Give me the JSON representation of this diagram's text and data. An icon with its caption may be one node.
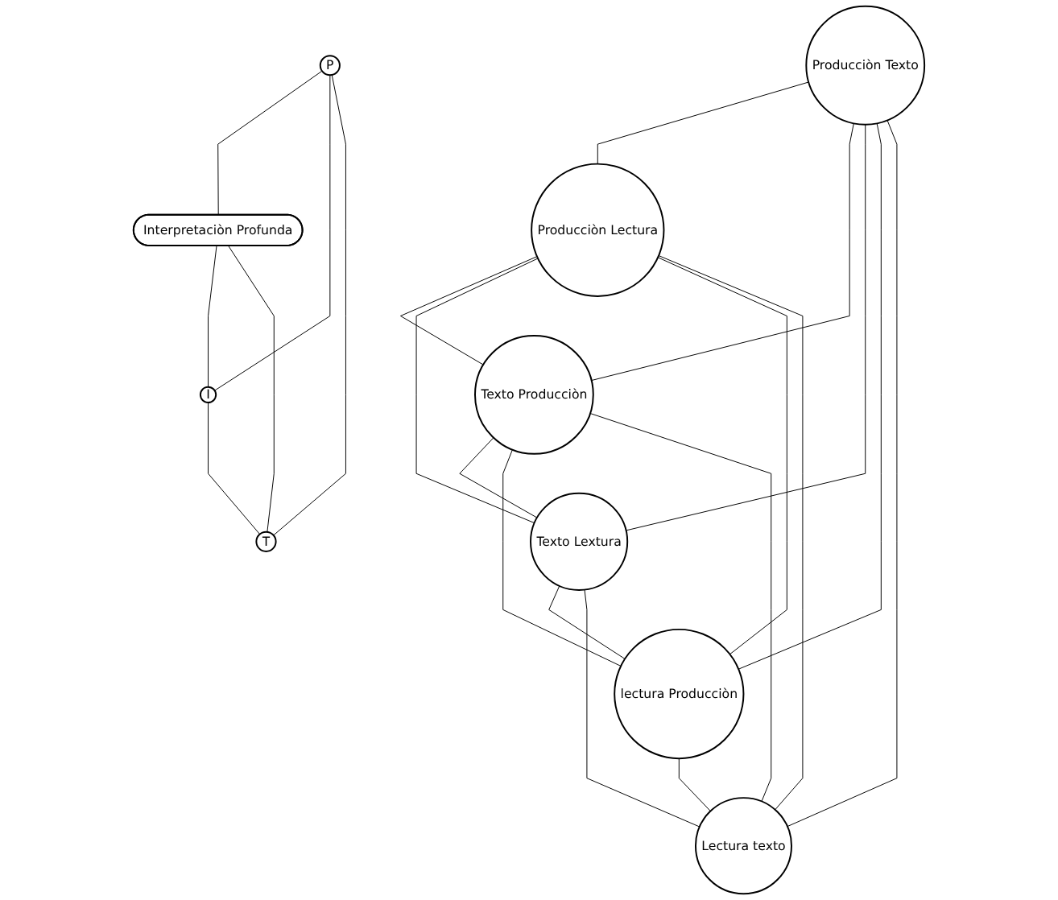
{
  "diagram": {
    "nodes": [
      {
        "text": [
          "Producciòn Texto"
        ]
      },
      {
        "text": [
          "Producciòn Lectura"
        ]
      },
      {
        "text": [
          "Texto Producciòn"
        ]
      },
      {
        "text": [
          "Texto Lextura"
        ]
      },
      {
        "text": [
          "lectura Producciòn"
        ]
      },
      {
        "text": [
          "Lectura texto"
        ]
      },
      {
        "text": [
          "P"
        ]
      },
      {
        "text": [
          "Interpretaciòn Profunda"
        ]
      },
      {
        "text": [
          "I"
        ]
      },
      {
        "text": [
          "T"
        ]
      }
    ],
    "edges": [
      {
        "from": 0,
        "to": 1,
        "arrow": "none"
      },
      {
        "from": 0,
        "to": 2,
        "arrow": "none"
      },
      {
        "from": 0,
        "to": 3,
        "arrow": "none"
      },
      {
        "from": 0,
        "to": 4,
        "arrow": "none"
      },
      {
        "from": 0,
        "to": 5,
        "arrow": "none"
      },
      {
        "from": 1,
        "to": 2,
        "arrow": "none"
      },
      {
        "from": 1,
        "to": 3,
        "arrow": "none"
      },
      {
        "from": 1,
        "to": 4,
        "arrow": "none"
      },
      {
        "from": 1,
        "to": 5,
        "arrow": "none"
      },
      {
        "from": 2,
        "to": 3,
        "arrow": "none"
      },
      {
        "from": 2,
        "to": 4,
        "arrow": "none"
      },
      {
        "from": 2,
        "to": 5,
        "arrow": "none"
      },
      {
        "from": 3,
        "to": 4,
        "arrow": "none"
      },
      {
        "from": 3,
        "to": 5,
        "arrow": "none"
      },
      {
        "from": 4,
        "to": 5,
        "arrow": "none"
      },
      {
        "from": 6,
        "to": 7,
        "arrow": "none"
      },
      {
        "from": 6,
        "to": 8,
        "arrow": "none"
      },
      {
        "from": 6,
        "to": 9,
        "arrow": "none"
      },
      {
        "from": 7,
        "to": 8,
        "arrow": "none"
      },
      {
        "from": 7,
        "to": 9,
        "arrow": "none"
      },
      {
        "from": 8,
        "to": 9,
        "arrow": "none"
      }
    ]
  }
}
